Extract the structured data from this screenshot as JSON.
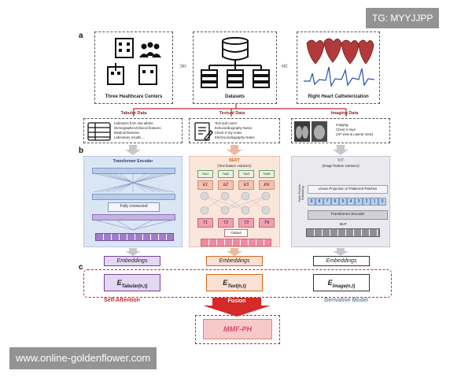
{
  "watermark_top": "TG: MYYJJPP",
  "watermark_bottom": "www.online-goldenflower.com",
  "panels": {
    "a": "a",
    "b": "b",
    "c": "c"
  },
  "sources": [
    {
      "label": "Three Healthcare Centers"
    },
    {
      "label": "Datasets"
    },
    {
      "label": "Right Heart Catheterization"
    }
  ],
  "data_types": {
    "tabular": {
      "title": "Tabular Data",
      "lines": [
        "Indicators from raw tables:",
        "Demographics/Clinical features",
        "Medical histories",
        "Laboratory results ..."
      ]
    },
    "textual": {
      "title": "Textual Data",
      "lines": [
        "Text and notes:",
        "Echocardiography Notes",
        "Chest X-ray notes",
        "Electrocardiography Notes"
      ]
    },
    "imaging": {
      "title": "Imaging Data",
      "lines": [
        "Imaging:",
        "Chest X-rays",
        "(AP view & Lateral View)"
      ]
    }
  },
  "encoders": {
    "transformer": {
      "title": "Transformer Encoder",
      "fc_label": "Fully connected"
    },
    "bert": {
      "title": "BERT",
      "subtitle": "(Text feature extractor)",
      "tokens": [
        "Tok1",
        "Tok2",
        "Tok3",
        "TokN"
      ],
      "e_labels": [
        "E1",
        "E2",
        "E3",
        "EN"
      ],
      "t_labels": [
        "T1",
        "T2",
        "T3",
        "TN"
      ],
      "output_label": "Output"
    },
    "vit": {
      "title": "ViT",
      "subtitle": "(Image feature extractor)",
      "side_label": "Patch+Position Embedding",
      "linear_label": "Linear Projection of Flattened Patches",
      "patch_numbers": [
        "9",
        "8",
        "7",
        "6",
        "5",
        "4",
        "3",
        "2",
        "1",
        "0"
      ],
      "encoder_label": "Transformer Encoder",
      "mlp_label": "MLP"
    }
  },
  "embeddings": [
    "Embeddings",
    "Embeddings",
    "Embeddings"
  ],
  "fusion_vars": [
    {
      "main": "E",
      "sub": "Tabular(n,t)"
    },
    {
      "main": "E",
      "sub": "Text(n,t)"
    },
    {
      "main": "E",
      "sub": "Image(n,t)"
    }
  ],
  "self_attention_label": "Self-Attention",
  "derivative_label": "Derivative Model",
  "fusion_label": "Fusion",
  "model_label": "MMF-PH",
  "colors": {
    "tabular": "#7a3fa0",
    "text": "#d2691e",
    "image": "#333333",
    "fusion": "#c0282d",
    "derivative": "#6f86a8",
    "transformer_bg": "#dbe6f5",
    "bert_bg": "#fbe6dc",
    "vit_bg": "#e9e9ee"
  }
}
